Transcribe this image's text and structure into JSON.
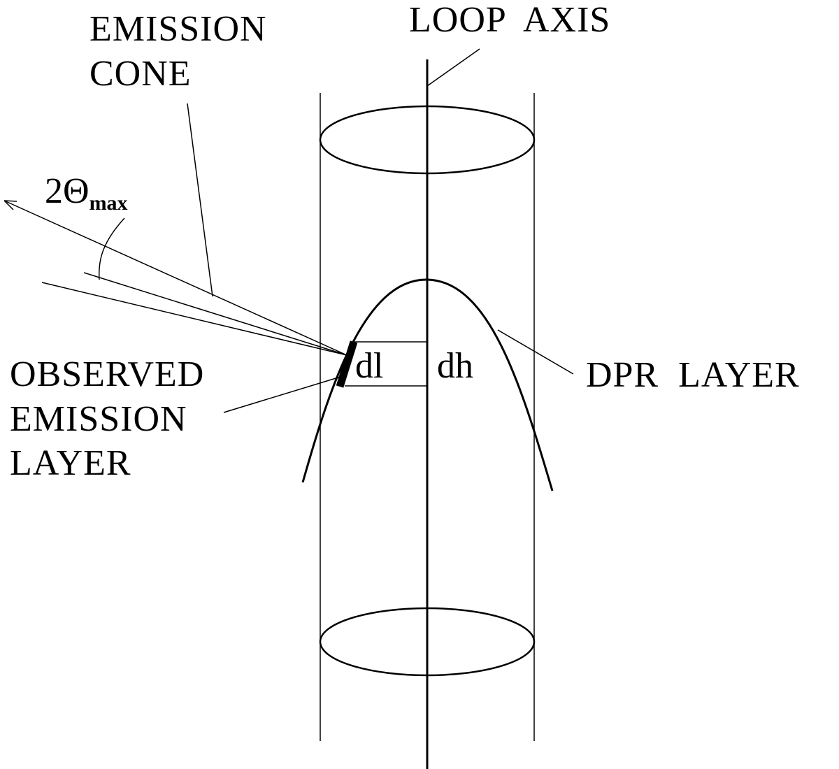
{
  "labels": {
    "loop_axis": "LOOP  AXIS",
    "emission_cone_line1": "EMISSION",
    "emission_cone_line2": "CONE",
    "angle_main": "2Θ",
    "angle_sub": "max",
    "observed_line1": "OBSERVED",
    "observed_line2": "EMISSION",
    "observed_line3": "LAYER",
    "dpr_layer": "DPR  LAYER",
    "dl": "dl",
    "dh": "dh"
  },
  "colors": {
    "stroke": "#000000",
    "background": "#ffffff"
  }
}
